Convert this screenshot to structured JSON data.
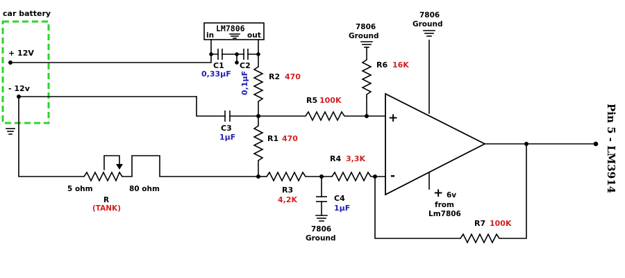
{
  "colors": {
    "resistor_value": "#d42020",
    "capacitor_value": "#1f1fb8",
    "battery_box": "#2ad62a"
  },
  "battery": {
    "title": "car battery",
    "plus": "+ 12V",
    "minus": "- 12v"
  },
  "regulator": {
    "name": "LM7806",
    "in": "in",
    "out": "out"
  },
  "c1": {
    "name": "C1",
    "value": "0,33µF"
  },
  "c2": {
    "name": "C2",
    "value": "0,1µF"
  },
  "c3": {
    "name": "C3",
    "value": "1µF"
  },
  "c4": {
    "name": "C4",
    "value": "1µF"
  },
  "r1": {
    "name": "R1",
    "value": "470"
  },
  "r2": {
    "name": "R2",
    "value": "470"
  },
  "r3": {
    "name": "R3",
    "value": "4,2K"
  },
  "r4": {
    "name": "R4",
    "value": "3,3K"
  },
  "r5": {
    "name": "R5",
    "value": "100K"
  },
  "r6": {
    "name": "R6",
    "value": "16K"
  },
  "r7": {
    "name": "R7",
    "value": "100K"
  },
  "tank": {
    "name": "R",
    "sub": "(TANK)",
    "left": "5 ohm",
    "right": "80 ohm"
  },
  "ground_r6": {
    "line1": "7806",
    "line2": "Ground"
  },
  "ground_amp": {
    "line1": "7806",
    "line2": "Ground"
  },
  "ground_c4": {
    "line1": "7806",
    "line2": "Ground"
  },
  "supply": {
    "plus": "+",
    "value": "6v",
    "from": "from",
    "source": "Lm7806"
  },
  "opamp": {
    "plus": "+",
    "minus": "-"
  },
  "output": {
    "label": "Pin 5 - LM3914"
  }
}
